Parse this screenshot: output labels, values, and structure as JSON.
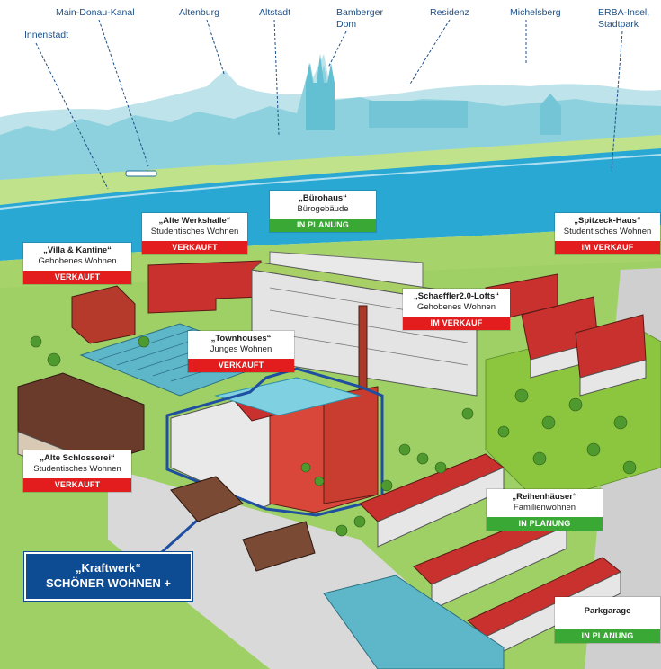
{
  "landmarks": [
    {
      "id": "main-donau-kanal",
      "line1": "Main-Donau-Kanal",
      "line2": ""
    },
    {
      "id": "innenstadt",
      "line1": "Innenstadt",
      "line2": ""
    },
    {
      "id": "altenburg",
      "line1": "Altenburg",
      "line2": ""
    },
    {
      "id": "altstadt",
      "line1": "Altstadt",
      "line2": ""
    },
    {
      "id": "bamberger-dom",
      "line1": "Bamberger",
      "line2": "Dom"
    },
    {
      "id": "residenz",
      "line1": "Residenz",
      "line2": ""
    },
    {
      "id": "michelsberg",
      "line1": "Michelsberg",
      "line2": ""
    },
    {
      "id": "erba-insel",
      "line1": "ERBA-Insel,",
      "line2": "Stadtpark"
    }
  ],
  "projects": [
    {
      "id": "buerohaus",
      "name": "„Bürohaus“",
      "type": "Bürogebäude",
      "status": "IN PLANUNG",
      "status_color": "#3aa835"
    },
    {
      "id": "alte-werkshalle",
      "name": "„Alte Werkshalle“",
      "type": "Studentisches Wohnen",
      "status": "VERKAUFT",
      "status_color": "#e31d1d"
    },
    {
      "id": "spitzeck-haus",
      "name": "„Spitzeck-Haus“",
      "type": "Studentisches Wohnen",
      "status": "IM VERKAUF",
      "status_color": "#e31d1d"
    },
    {
      "id": "villa-kantine",
      "name": "„Villa & Kantine“",
      "type": "Gehobenes Wohnen",
      "status": "VERKAUFT",
      "status_color": "#e31d1d"
    },
    {
      "id": "schaeffler-lofts",
      "name": "„Schaeffler2.0-Lofts“",
      "type": "Gehobenes Wohnen",
      "status": "IM VERKAUF",
      "status_color": "#e31d1d"
    },
    {
      "id": "townhouses",
      "name": "„Townhouses“",
      "type": "Junges Wohnen",
      "status": "VERKAUFT",
      "status_color": "#e31d1d"
    },
    {
      "id": "alte-schlosserei",
      "name": "„Alte Schlosserei“",
      "type": "Studentisches Wohnen",
      "status": "VERKAUFT",
      "status_color": "#e31d1d"
    },
    {
      "id": "reihenhaeuser",
      "name": "„Reihenhäuser“",
      "type": "Familienwohnen",
      "status": "IN PLANUNG",
      "status_color": "#3aa835"
    },
    {
      "id": "parkgarage",
      "name": "Parkgarage",
      "type": "",
      "status": "IN PLANUNG",
      "status_color": "#3aa835"
    }
  ],
  "highlight": {
    "line1": "„Kraftwerk“",
    "line2": "SCHÖNER WOHNEN +",
    "color": "#0d4b93"
  },
  "colors": {
    "river": "#2aa8d4",
    "skyline": "#7fc9d8",
    "grass": "#8cc63f",
    "roof_red": "#c8312d",
    "outline": "#1f4fa0"
  }
}
